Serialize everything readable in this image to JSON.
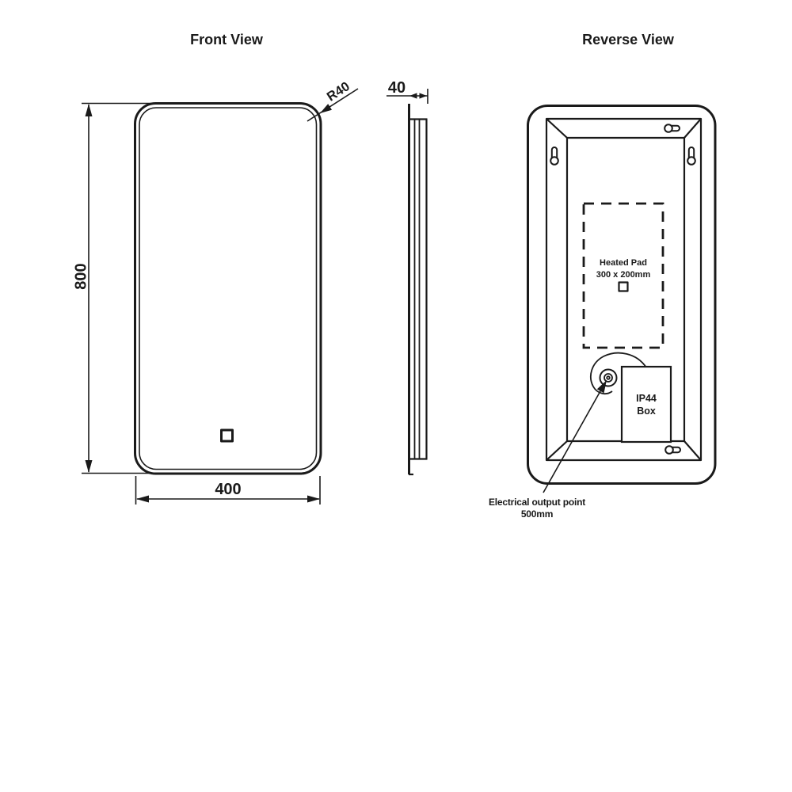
{
  "titles": {
    "front": "Front View",
    "reverse": "Reverse View"
  },
  "front_view": {
    "height_dim": "800",
    "width_dim": "400",
    "corner_radius": "R40"
  },
  "side_view": {
    "depth_dim": "40"
  },
  "reverse_view": {
    "heated_pad_title": "Heated Pad",
    "heated_pad_size": "300 x 200mm",
    "junction_box_line1": "IP44",
    "junction_box_line2": "Box",
    "output_callout_line1": "Electrical output point",
    "output_callout_line2": "500mm"
  },
  "colors": {
    "line": "#1a1a1a",
    "background": "#ffffff"
  }
}
